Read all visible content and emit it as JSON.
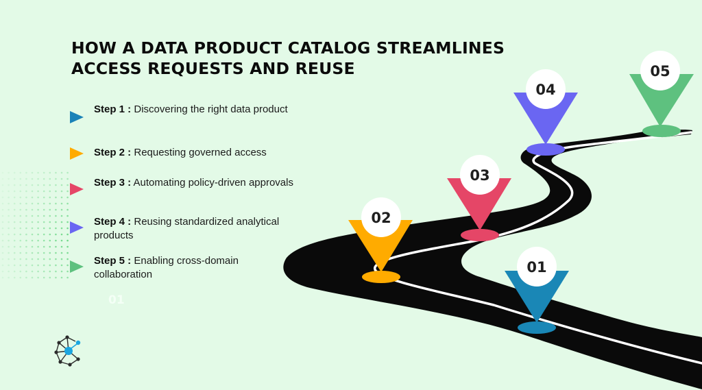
{
  "title": {
    "line1": "HOW A DATA PRODUCT CATALOG STREAMLINES",
    "line2": "ACCESS REQUESTS AND REUSE"
  },
  "steps": [
    {
      "label": "Step 1 :",
      "text": " Discovering the right data product",
      "color": "#1a82b8"
    },
    {
      "label": "Step 2 :",
      "text": " Requesting governed access",
      "color": "#ffab00"
    },
    {
      "label": "Step 3 :",
      "text": " Automating policy-driven approvals",
      "color": "#e54667"
    },
    {
      "label": "Step 4 :",
      "text": " Reusing standardized analytical products",
      "color": "#6a66f2"
    },
    {
      "label": "Step 5 :",
      "text": " Enabling cross-domain collaboration",
      "color": "#5ec17f"
    }
  ],
  "ghost_number": "01",
  "markers": [
    {
      "number": "01",
      "color": "#1a87b6"
    },
    {
      "number": "02",
      "color": "#ffab00"
    },
    {
      "number": "03",
      "color": "#e54667"
    },
    {
      "number": "04",
      "color": "#6a66f2"
    },
    {
      "number": "05",
      "color": "#5ec17f"
    }
  ],
  "colors": {
    "background": "#e3fae7",
    "road": "#0a0a0a",
    "road_line": "#ffffff",
    "dots": "#5fd37c",
    "logo_accent": "#1aa6e0"
  }
}
